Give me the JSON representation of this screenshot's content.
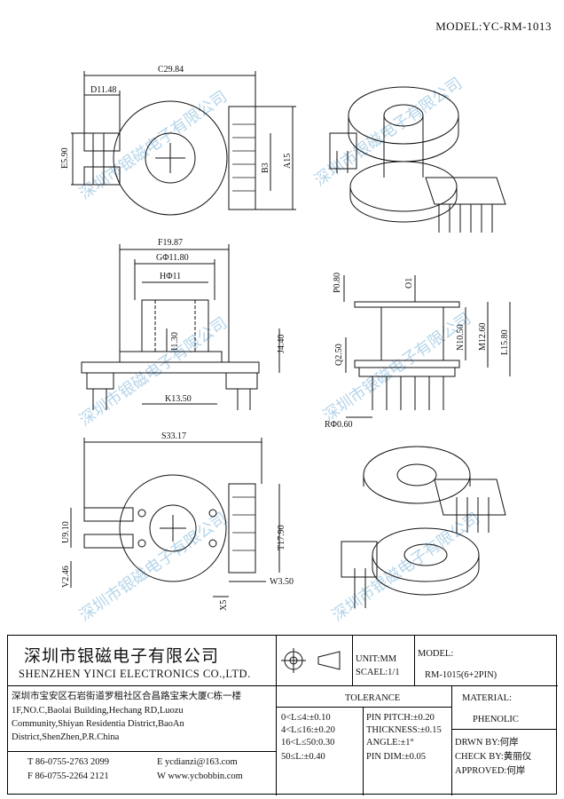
{
  "model_top": "MODEL:YC-RM-1013",
  "watermark": "深圳市银磁电子有限公司",
  "dimensions": {
    "c": "C29.84",
    "d": "D11.48",
    "e": "E5.90",
    "b": "B3",
    "a": "A15",
    "f": "F19.87",
    "g": "GΦ11.80",
    "h": "HΦ11",
    "i": "I1.30",
    "j": "J4.40",
    "k": "K13.50",
    "p": "P0.80",
    "o": "O1",
    "n": "N10.50",
    "m": "M12.60",
    "l": "L15.80",
    "q": "Q2.50",
    "r": "RΦ0.60",
    "s": "S33.17",
    "t": "T17.90",
    "u": "U9.10",
    "v": "V2.46",
    "w": "W3.50",
    "x": "X5"
  },
  "title_block": {
    "company_cn": "深圳市银磁电子有限公司",
    "company_en": "SHENZHEN YINCI ELECTRONICS CO.,LTD.",
    "unit": "UNIT:MM",
    "scale": "SCAEL:1/1",
    "model_label": "MODEL:",
    "model_value": "RM-1015(6+2PIN)",
    "address_cn": "深圳市宝安区石岩街道罗租社区合昌路宝来大厦C栋一楼",
    "address_en": [
      "1F,NO.C,Baolai Building,Hechang RD,Luozu",
      "Community,Shiyan Residentia District,BaoAn",
      "District,ShenZhen,P.R.China"
    ],
    "tel": "T 86-0755-2763 2099",
    "fax": "F 86-0755-2264 2121",
    "email": "E ycdianzi@163.com",
    "web": "W www.ycbobbin.com",
    "tolerance_title": "TOLERANCE",
    "tol_left": [
      "0<L≤4:±0.10",
      "4<L≤16:±0.20",
      "16<L≤50:0.30",
      "50≤L:±0.40"
    ],
    "tol_right": [
      "PIN PITCH:±0.20",
      "THICKNESS:±0.15",
      "ANGLE:±1°",
      "PIN DIM:±0.05"
    ],
    "material_label": "MATERIAL:",
    "material_value": "PHENOLIC",
    "drawn": "DRWN BY:何岸",
    "check": "CHECK BY:黄丽仪",
    "approved": "APPROVED:何岸"
  }
}
